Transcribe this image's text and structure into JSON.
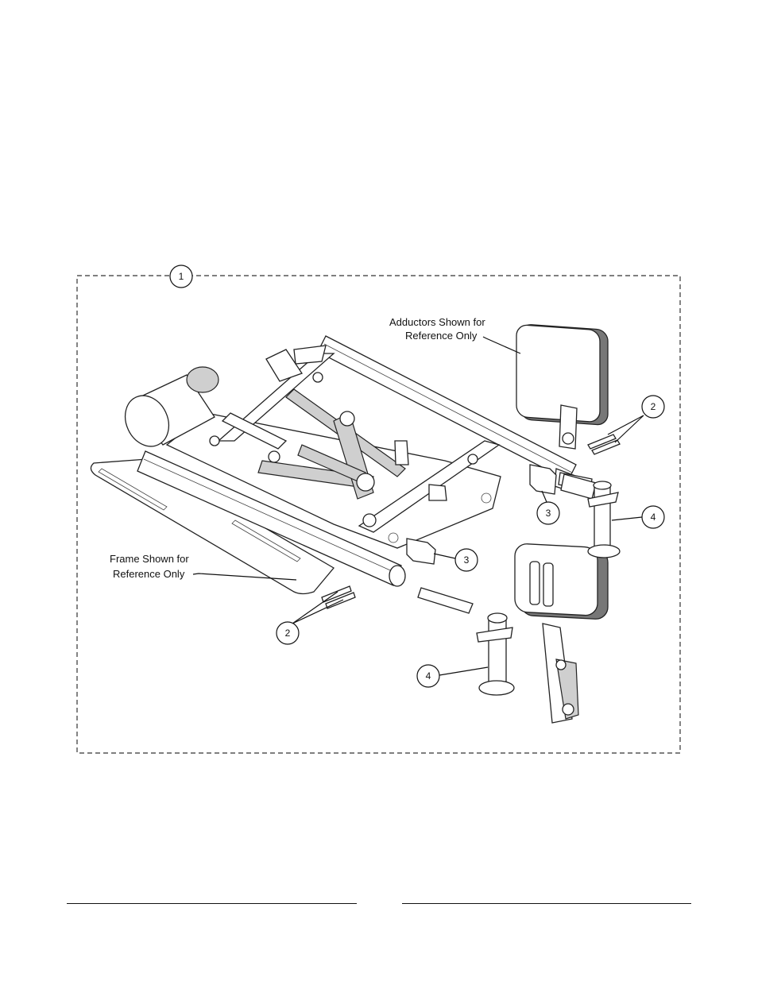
{
  "callouts": {
    "c1": "1",
    "c2a": "2",
    "c2b": "2",
    "c3a": "3",
    "c3b": "3",
    "c4a": "4",
    "c4b": "4"
  },
  "notes": {
    "adductors_line1": "Adductors Shown for",
    "adductors_line2": "Reference Only",
    "frame_line1": "Frame Shown for",
    "frame_line2": "Reference Only"
  }
}
